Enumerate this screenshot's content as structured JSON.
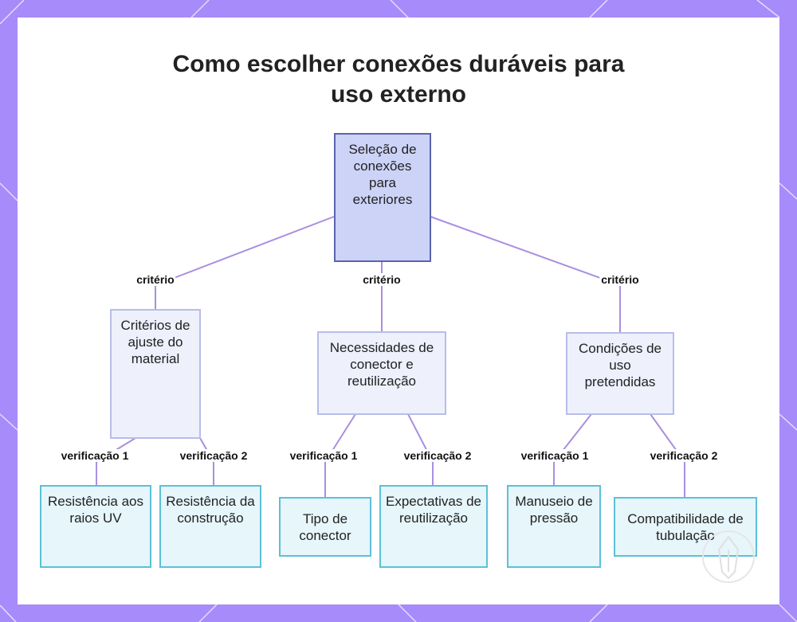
{
  "title": {
    "line1": "Como escolher conexões duráveis para",
    "line2": "uso externo"
  },
  "colors": {
    "frame": "#a78bfa",
    "edge": "#a98fe0",
    "root_fill": "#cdd3f7",
    "root_border": "#5a63b0",
    "mid_fill": "#eef0fc",
    "leaf_fill": "#e6f6fb",
    "leaf_border": "#5cc0d8"
  },
  "root": {
    "label": "Seleção de conexões para exteriores"
  },
  "edge_labels": {
    "criterio": "critério",
    "verificacao_1": "verificação 1",
    "verificacao_2": "verificação 2"
  },
  "branches": [
    {
      "label": "Critérios de ajuste do material",
      "leaves": [
        "Resistência aos raios UV",
        "Resistência da construção"
      ]
    },
    {
      "label": "Necessidades de conector e reutilização",
      "leaves": [
        "Tipo de conector",
        "Expectativas de reutilização"
      ]
    },
    {
      "label": "Condições de uso pretendidas",
      "leaves": [
        "Manuseio de pressão",
        "Compatibilidade de tubulação"
      ]
    }
  ],
  "watermark_icon": "pen-nib-icon"
}
